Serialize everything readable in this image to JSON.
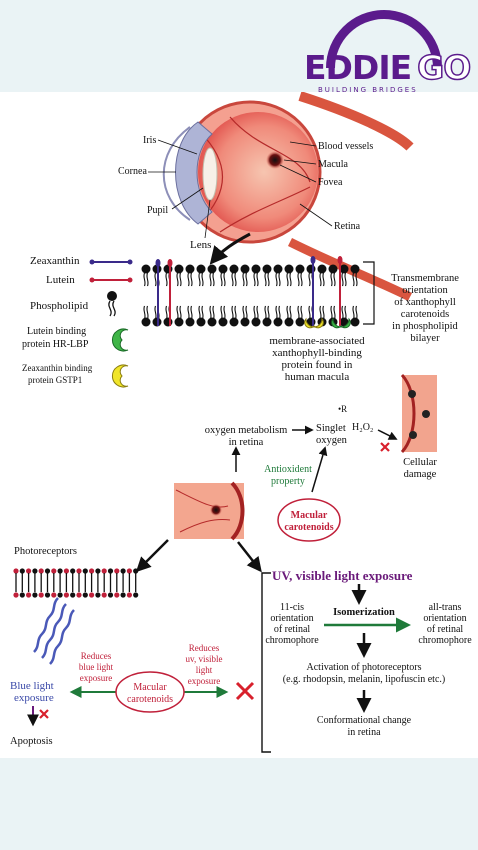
{
  "brand": {
    "word": "EDDIE",
    "word2": "GO",
    "tagline": "BUILDING BRIDGES"
  },
  "eye": {
    "iris": "Iris",
    "cornea": "Cornea",
    "pupil": "Pupil",
    "lens": "Lens",
    "blood_vessels": "Blood vessels",
    "macula": "Macula",
    "fovea": "Fovea",
    "retina": "Retina"
  },
  "legend": {
    "zeaxanthin": "Zeaxanthin",
    "lutein": "Lutein",
    "phospholipid": "Phospholipid",
    "lutein_binding_1": "Lutein binding",
    "lutein_binding_2": "protein HR-LBP",
    "zeaxanthin_binding_1": "Zeaxanthin binding",
    "zeaxanthin_binding_2": "protein GSTP1"
  },
  "transmembrane": [
    "Transmembrane",
    "orientation",
    "of xanthophyll",
    "carotenoids",
    "in phospholipid",
    "bilayer"
  ],
  "membrane_protein": [
    "membrane-associated",
    "xanthophyll-binding",
    "protein found in",
    "human macula"
  ],
  "oxidation": {
    "metabolism_1": "oxygen metabolism",
    "metabolism_2": "in retina",
    "radical": "•R",
    "singlet_1": "Singlet",
    "singlet_2": "oxygen",
    "h2o2": "H₂O₂",
    "damage_1": "Cellular",
    "damage_2": "damage",
    "antioxidant_1": "Antioxident",
    "antioxidant_2": "property",
    "macular_1": "Macular",
    "macular_2": "carotenoids"
  },
  "lower": {
    "photoreceptors": "Photoreceptors",
    "uv_title": "UV, visible light exposure",
    "cis": [
      "11-cis",
      "orientation",
      "of retinal",
      "chromophore"
    ],
    "isomerization": "Isomerization",
    "trans": [
      "all-trans",
      "orientation",
      "of retinal",
      "chromophore"
    ],
    "activation_1": "Activation of photoreceptors",
    "activation_2": "(e.g. rhodopsin, melanin, lipofuscin etc.)",
    "conformational_1": "Conformational change",
    "conformational_2": "in retina",
    "blue_1": "Blue light",
    "blue_2": "exposure",
    "apoptosis": "Apoptosis",
    "reduces_blue": [
      "Reduces",
      "blue light",
      "exposure"
    ],
    "reduces_uv": [
      "Reduces",
      "uv, visible",
      "light",
      "exposure"
    ],
    "macular_1": "Macular",
    "macular_2": "carotenoids"
  },
  "colors": {
    "purple_brand": "#5b1b8c",
    "zeaxanthin": "#3a2a8a",
    "lutein": "#c0203a",
    "green_arrow": "#1f7a3a",
    "red_text": "#c0203a",
    "uv_purple": "#6a1a7a"
  }
}
